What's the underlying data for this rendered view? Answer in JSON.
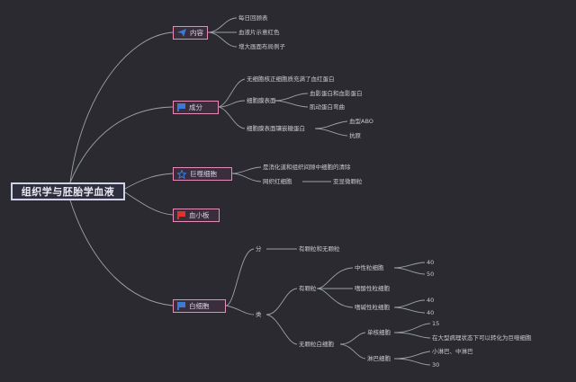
{
  "root": {
    "label": "组织学与胚胎学血液"
  },
  "branches": [
    {
      "label": "内容",
      "icon": "paper-plane-icon",
      "icon_color": "#3b7bd6",
      "children": [
        "每日回顾表",
        "血液片示意红色",
        "增大画面布局例子"
      ]
    },
    {
      "label": "成分",
      "icon": "flag-icon",
      "icon_color": "#3b7bd6",
      "children": [
        {
          "label": "无细胞核正细胞质充满了血红蛋白"
        },
        {
          "label": "细胞膜表面",
          "children": [
            "血影蛋白和血影蛋白",
            "肌动蛋白弯曲"
          ]
        },
        {
          "label": "细胞膜表面镶嵌糖蛋白",
          "children": [
            "血型ABO",
            "抗原"
          ]
        }
      ]
    },
    {
      "label": "巨噬细胞",
      "icon": "star-icon",
      "icon_color": "#3b7bd6",
      "children": [
        {
          "label": "是消化道和组织间隙中细胞的清除"
        },
        {
          "label": "网织红细胞",
          "children": [
            "亚显微颗粒"
          ]
        }
      ]
    },
    {
      "label": "血小板",
      "icon": "flag-icon",
      "icon_color": "#e2332a",
      "children": []
    },
    {
      "label": "白细胞",
      "icon": "flag-icon",
      "icon_color": "#3b7bd6",
      "children": [
        {
          "label": "分",
          "children": [
            "有颗粒和无颗粒"
          ]
        },
        {
          "label": "类",
          "children": [
            {
              "label": "有颗粒",
              "children": [
                {
                  "label": "中性粒细胞",
                  "children": [
                    "40",
                    "50"
                  ]
                },
                {
                  "label": "嗜酸性粒细胞",
                  "children": []
                },
                {
                  "label": "嗜碱性粒细胞",
                  "children": [
                    "40",
                    "40"
                  ]
                }
              ]
            },
            {
              "label": "无颗粒白细胞",
              "children": [
                {
                  "label": "单核细胞",
                  "children": [
                    "15",
                    "在大型病理状态下可以转化为巨噬细胞"
                  ]
                },
                {
                  "label": "淋巴细胞",
                  "children": [
                    "小淋巴、中淋巴",
                    "30"
                  ]
                }
              ]
            }
          ]
        }
      ]
    }
  ]
}
